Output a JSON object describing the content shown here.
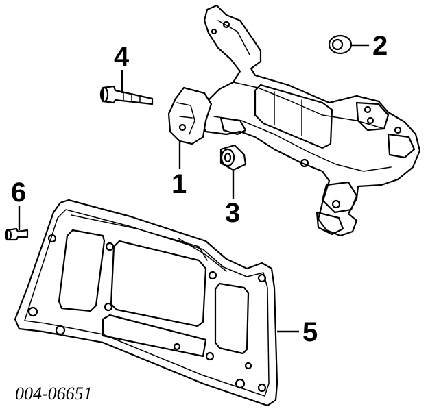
{
  "diagram": {
    "callouts": [
      {
        "id": "1",
        "label": "1"
      },
      {
        "id": "2",
        "label": "2"
      },
      {
        "id": "3",
        "label": "3"
      },
      {
        "id": "4",
        "label": "4"
      },
      {
        "id": "5",
        "label": "5"
      },
      {
        "id": "6",
        "label": "6"
      }
    ],
    "drawing_code": "004-06651"
  }
}
